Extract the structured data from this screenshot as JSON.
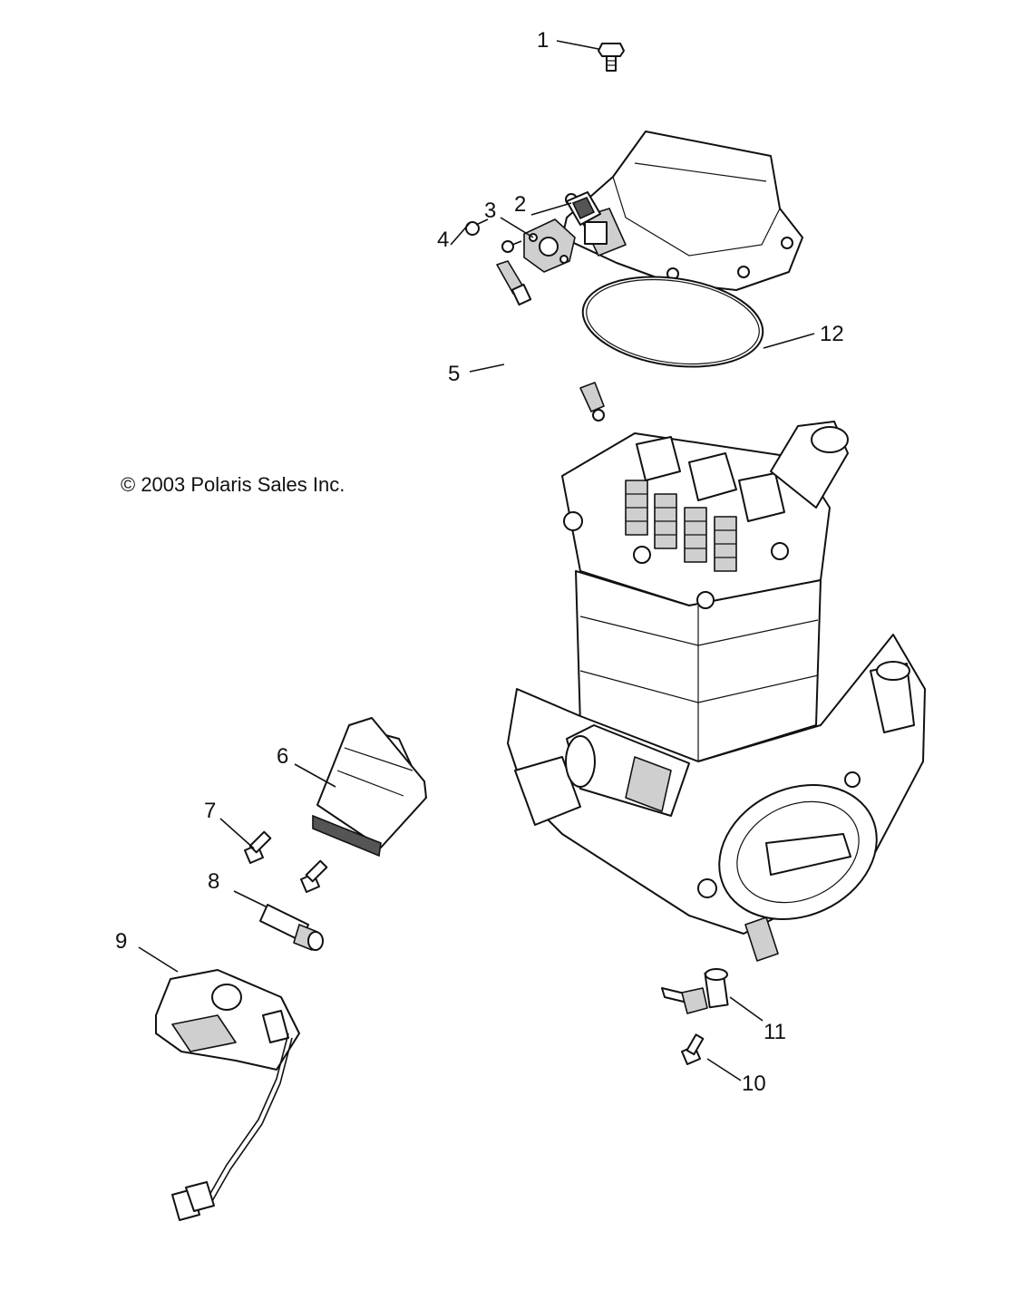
{
  "copyright": "© 2003 Polaris Sales Inc.",
  "callouts": [
    {
      "id": "1",
      "label": "1"
    },
    {
      "id": "2",
      "label": "2"
    },
    {
      "id": "3",
      "label": "3"
    },
    {
      "id": "4",
      "label": "4"
    },
    {
      "id": "5",
      "label": "5"
    },
    {
      "id": "6",
      "label": "6"
    },
    {
      "id": "7",
      "label": "7"
    },
    {
      "id": "8",
      "label": "8"
    },
    {
      "id": "9",
      "label": "9"
    },
    {
      "id": "10",
      "label": "10"
    },
    {
      "id": "11",
      "label": "11"
    },
    {
      "id": "12",
      "label": "12"
    }
  ]
}
